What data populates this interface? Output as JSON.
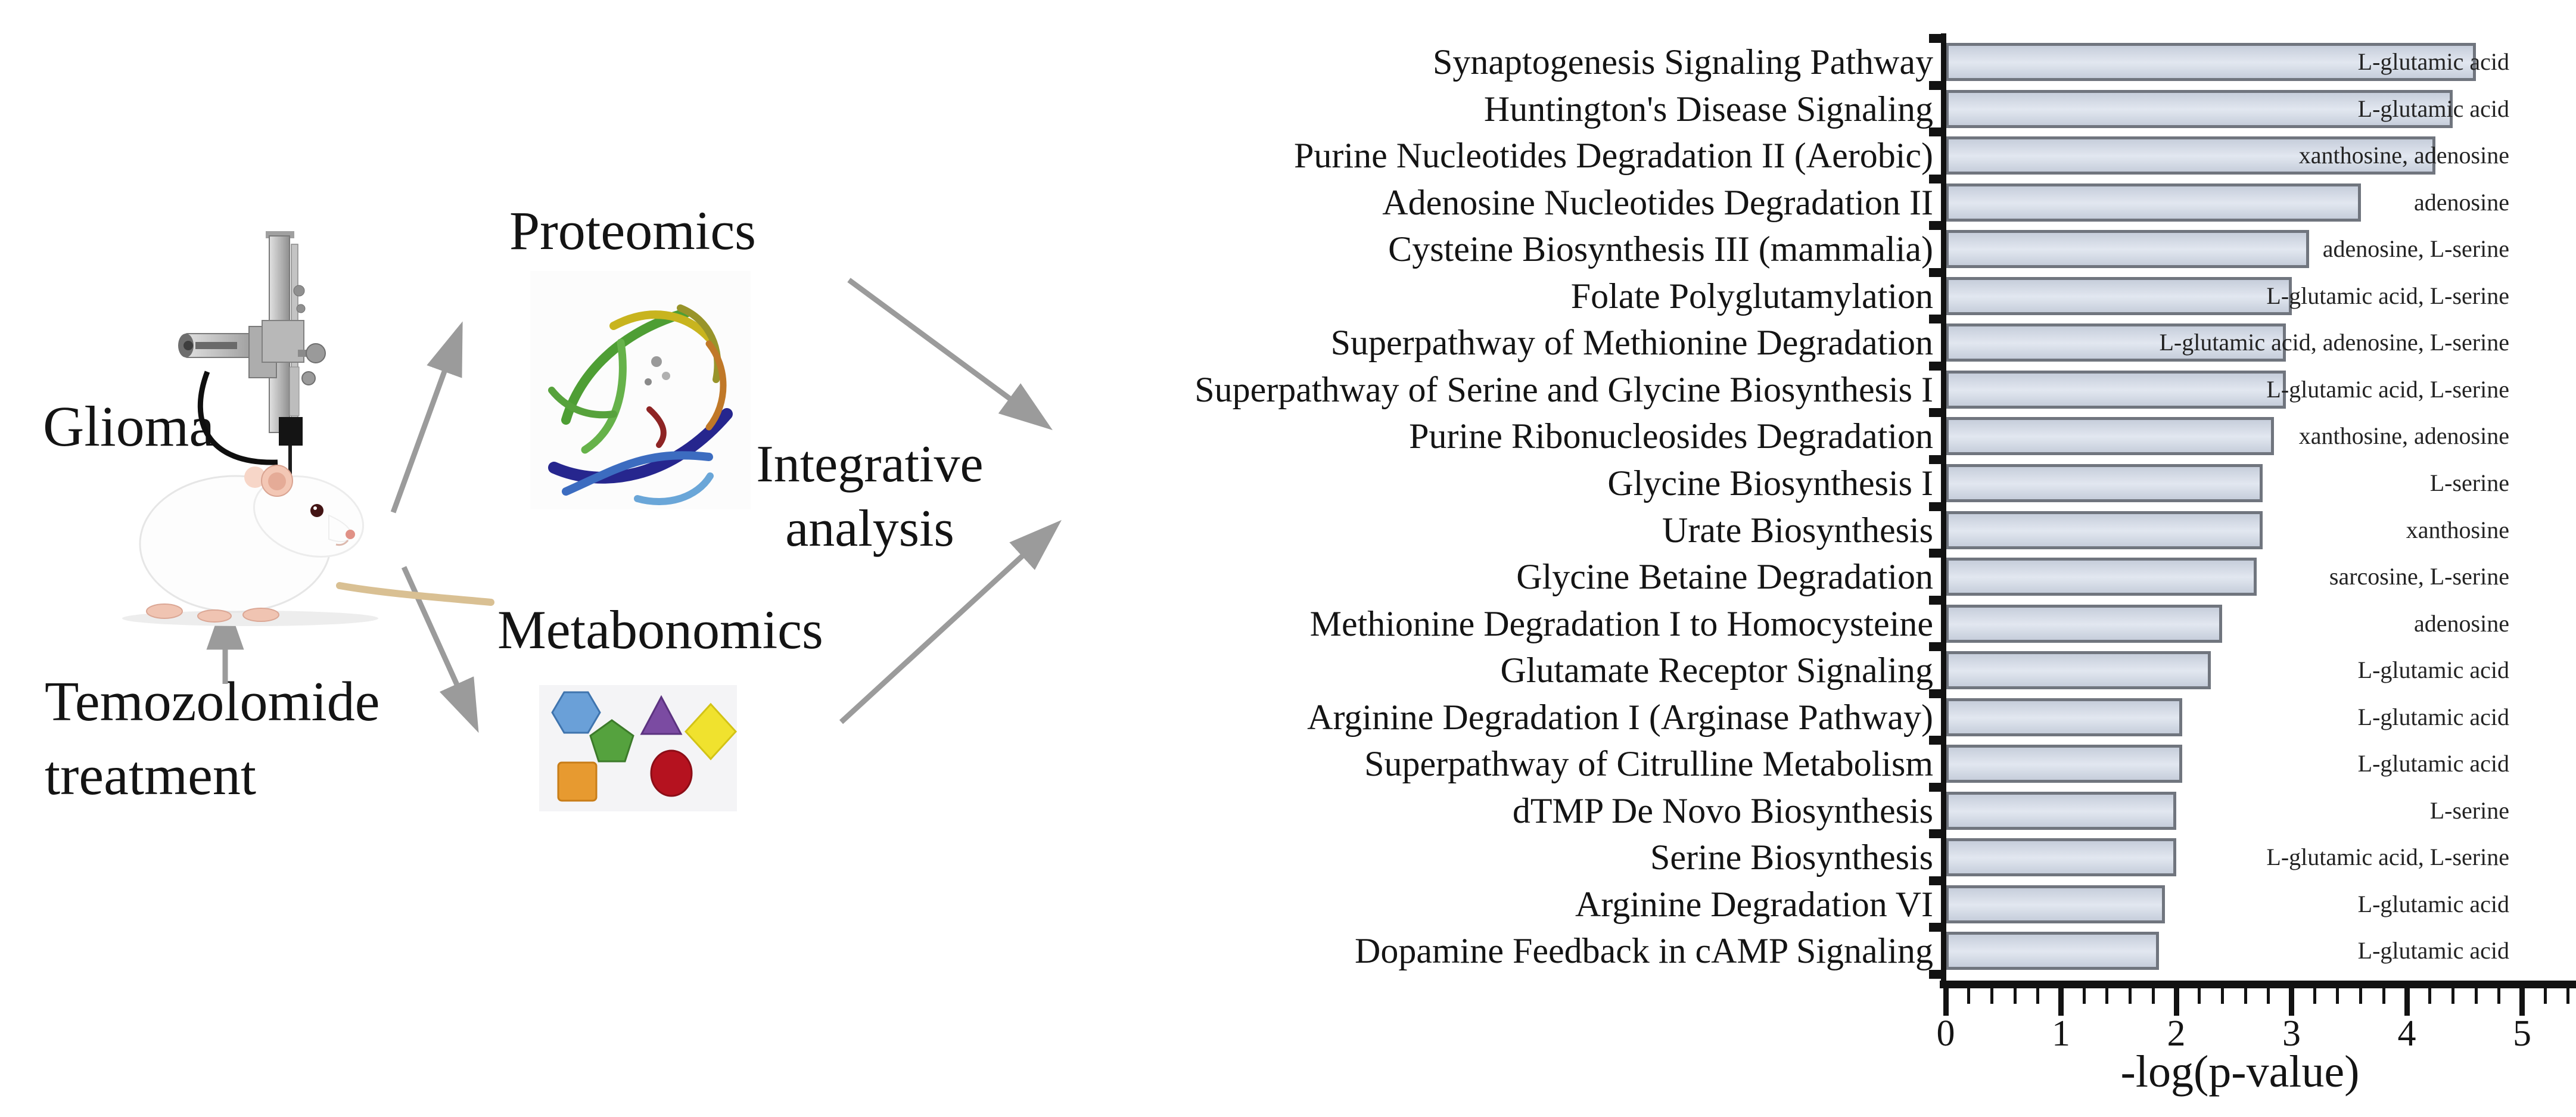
{
  "figure": {
    "labels": {
      "glioma": "Glioma",
      "treatment_line1": "Temozolomide",
      "treatment_line2": "treatment",
      "proteomics": "Proteomics",
      "metabonomics": "Metabonomics",
      "integrative_line1": "Integrative",
      "integrative_line2": "analysis"
    },
    "icons": {
      "stereotaxic_apparatus": "stereotaxic-injection-device",
      "rat": "white-lab-rat",
      "protein_structure": "protein-ribbon-3d-model",
      "metabolite_shapes": [
        "blue-hexagon",
        "green-pentagon",
        "purple-triangle",
        "yellow-diamond",
        "orange-square",
        "red-circle"
      ]
    },
    "colors": {
      "arrow": "#9b9b9b",
      "text": "#141414",
      "axis": "#121212",
      "bar_fill_top": "#c6cedb",
      "bar_fill_mid": "#e2e7f0",
      "bar_border": "#70757e",
      "shape_hexagon_blue": "#6aa0d8",
      "shape_pentagon_green": "#55a23e",
      "shape_triangle_purple": "#7b4ba2",
      "shape_diamond_yellow": "#f0e22e",
      "shape_square_orange": "#e79a30",
      "shape_circle_red": "#b5121f",
      "rat_pink": "#f3c7b5",
      "tail_tan": "#d9c093"
    },
    "chart_data": {
      "type": "bar",
      "orientation": "horizontal",
      "title": "",
      "xlabel": "-log(p-value)",
      "ylabel": "",
      "xlim": [
        0,
        5.45
      ],
      "x_ticks": [
        0,
        1,
        2,
        3,
        4,
        5
      ],
      "minor_tick_step": 0.2,
      "grid": false,
      "legend": null,
      "categories": [
        "Synaptogenesis Signaling Pathway",
        "Huntington's Disease Signaling",
        "Purine Nucleotides Degradation II (Aerobic)",
        "Adenosine Nucleotides Degradation II",
        "Cysteine Biosynthesis III (mammalia)",
        "Folate Polyglutamylation",
        "Superpathway of Methionine Degradation",
        "Superpathway of Serine and Glycine Biosynthesis I",
        "Purine Ribonucleosides Degradation",
        "Glycine Biosynthesis I",
        "Urate Biosynthesis",
        "Glycine Betaine Degradation",
        "Methionine Degradation I to Homocysteine",
        "Glutamate Receptor Signaling",
        "Arginine Degradation I (Arginase Pathway)",
        "Superpathway of Citrulline Metabolism",
        "dTMP De Novo Biosynthesis",
        "Serine Biosynthesis",
        "Arginine Degradation VI",
        "Dopamine Feedback in cAMP Signaling"
      ],
      "values": [
        4.6,
        4.4,
        4.25,
        3.6,
        3.15,
        3.0,
        2.95,
        2.95,
        2.85,
        2.75,
        2.75,
        2.7,
        2.4,
        2.3,
        2.05,
        2.05,
        2.0,
        2.0,
        1.9,
        1.85
      ],
      "annotations": [
        "L-glutamic acid",
        "L-glutamic acid",
        "xanthosine, adenosine",
        "adenosine",
        "adenosine, L-serine",
        "L-glutamic acid, L-serine",
        "L-glutamic acid, adenosine, L-serine",
        "L-glutamic acid, L-serine",
        "xanthosine, adenosine",
        "L-serine",
        "xanthosine",
        "sarcosine, L-serine",
        "adenosine",
        "L-glutamic acid",
        "L-glutamic acid",
        "L-glutamic acid",
        "L-serine",
        "L-glutamic acid, L-serine",
        "L-glutamic acid",
        "L-glutamic acid"
      ]
    }
  }
}
